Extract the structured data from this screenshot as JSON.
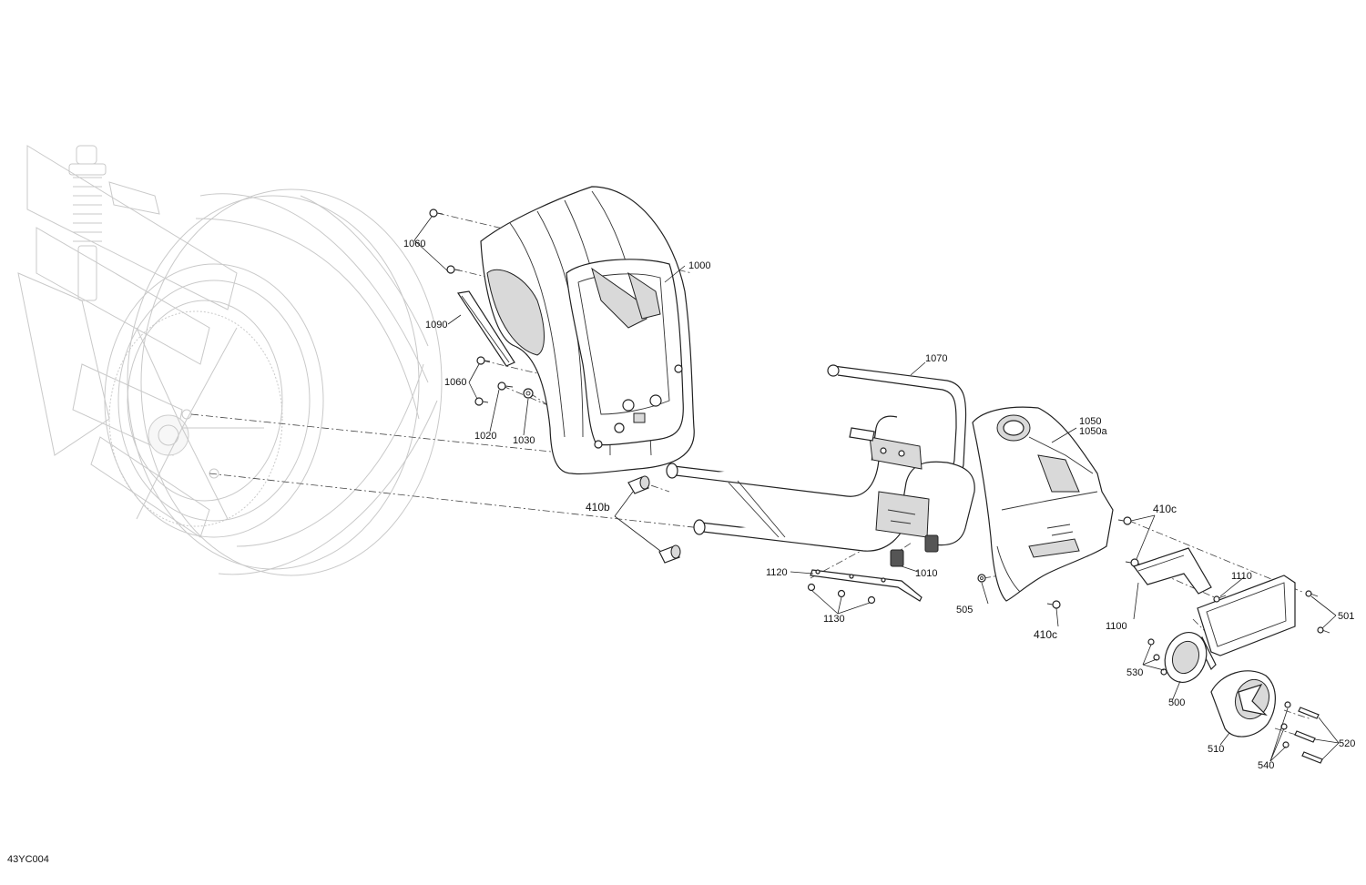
{
  "drawing_code": "43YC004",
  "callouts": {
    "c1000": "1000",
    "c1060a": "1060",
    "c1060b": "1060",
    "c1090": "1090",
    "c1020": "1020",
    "c1030": "1030",
    "c410b": "410b",
    "c1070": "1070",
    "c1050": "1050",
    "c1050a": "1050a",
    "c410c_top": "410c",
    "c410c_bot": "410c",
    "c505": "505",
    "c1120": "1120",
    "c1130": "1130",
    "c1010": "1010",
    "c1100": "1100",
    "c1110": "1110",
    "c501": "501",
    "c530": "530",
    "c500": "500",
    "c510": "510",
    "c520": "520",
    "c540": "540"
  }
}
